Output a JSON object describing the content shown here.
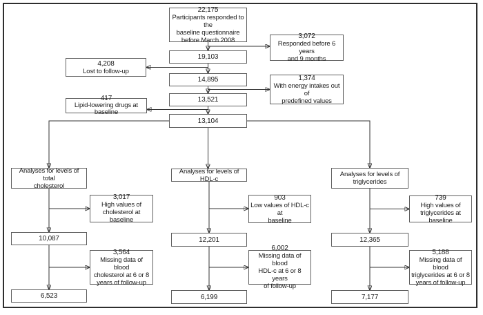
{
  "figure": {
    "kind": "participant-flow-diagram",
    "colors": {
      "background": "#ffffff",
      "outer_border": "#2e2e2e",
      "box_border": "#5d5d5d",
      "connector": "#333333",
      "text": "#1b1b1b"
    }
  },
  "nodes": {
    "participants": {
      "value": "22,175",
      "lines": [
        "Participants responded to the",
        "baseline questionnaire",
        "before March 2008"
      ]
    },
    "n19103": {
      "value": "19,103"
    },
    "excl_responded_before": {
      "value": "3,072",
      "lines": [
        "Responded before 6 years",
        "and 9 months"
      ]
    },
    "excl_lost_followup": {
      "value": "4,208",
      "lines": [
        "Lost to follow-up"
      ]
    },
    "n14895": {
      "value": "14,895"
    },
    "excl_energy_intakes": {
      "value": "1,374",
      "lines": [
        "With energy intakes out of",
        "predefined values"
      ]
    },
    "n13521": {
      "value": "13,521"
    },
    "excl_lipid_drugs": {
      "value": "417",
      "lines": [
        "Lipid-lowering drugs at baseline"
      ]
    },
    "n13104": {
      "value": "13,104"
    },
    "branch_cholesterol": {
      "lines": [
        "Analyses for levels of total",
        "cholesterol"
      ]
    },
    "excl_high_cholesterol": {
      "value": "3,017",
      "lines": [
        "High values of",
        "cholesterol at baseline"
      ]
    },
    "n10087": {
      "value": "10,087"
    },
    "excl_missing_cholesterol": {
      "value": "3,564",
      "lines": [
        "Missing data of blood",
        "cholesterol at 6 or 8",
        "years of follow-up"
      ]
    },
    "n6523": {
      "value": "6,523"
    },
    "branch_hdl": {
      "lines": [
        "Analyses for levels of HDL-c"
      ]
    },
    "excl_low_hdl": {
      "value": "903",
      "lines": [
        "Low values of HDL-c at",
        "baseline"
      ]
    },
    "n12201": {
      "value": "12,201"
    },
    "excl_missing_hdl": {
      "value": "6,002",
      "lines": [
        "Missing data of blood",
        "HDL-c at 6 or 8 years",
        "of follow-up"
      ]
    },
    "n6199": {
      "value": "6,199"
    },
    "branch_triglycerides": {
      "lines": [
        "Analyses for levels of",
        "triglycerides"
      ]
    },
    "excl_high_triglycerides": {
      "value": "739",
      "lines": [
        "High values of",
        "triglycerides at baseline"
      ]
    },
    "n12365": {
      "value": "12,365"
    },
    "excl_missing_triglycerides": {
      "value": "5,188",
      "lines": [
        "Missing data of blood",
        "triglycerides at 6 or 8",
        "years of follow-up"
      ]
    },
    "n7177": {
      "value": "7,177"
    }
  }
}
